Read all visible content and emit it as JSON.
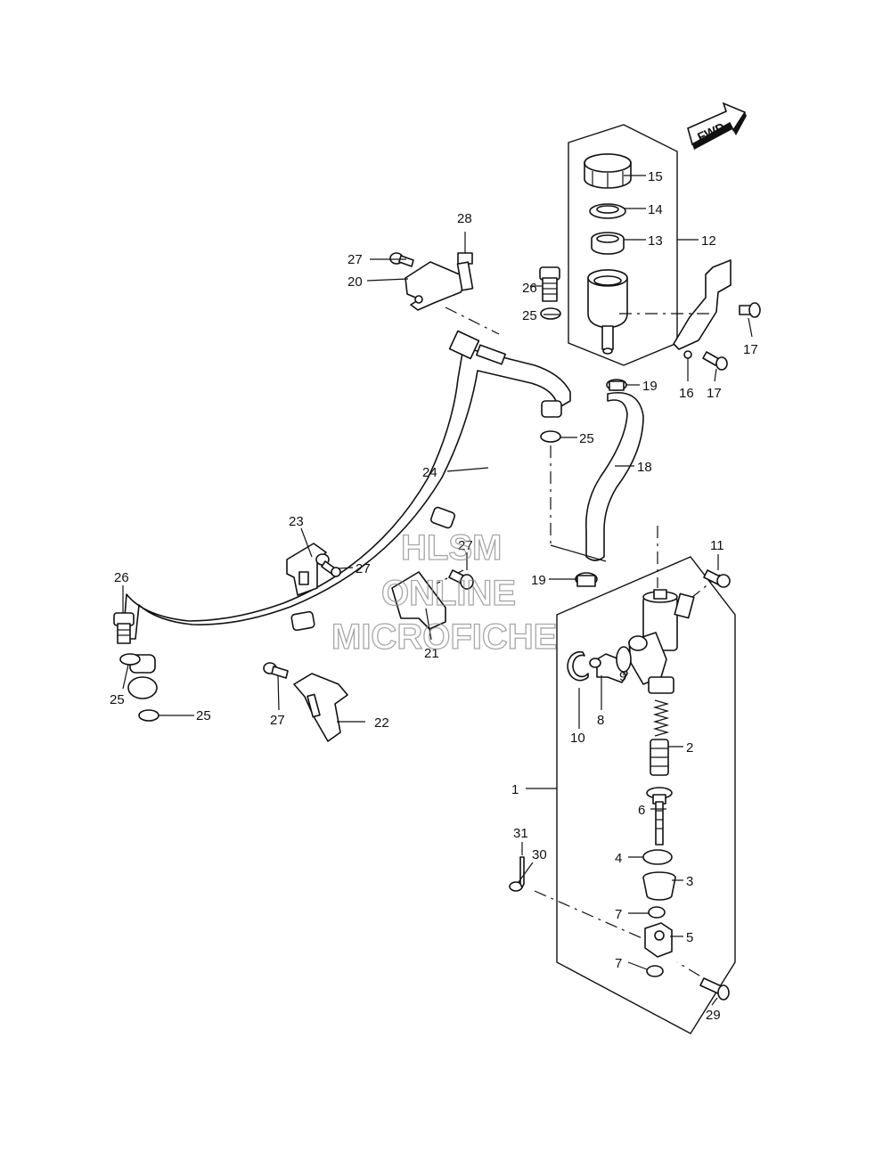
{
  "watermark": {
    "line1": "HLSM",
    "line2": "ONLINE",
    "line3": "MICROFICHE"
  },
  "fwd_label": "FWD",
  "callouts": {
    "c1": "1",
    "c2": "2",
    "c3": "3",
    "c4": "4",
    "c5": "5",
    "c6": "6",
    "c7a": "7",
    "c7b": "7",
    "c8": "8",
    "c9": "9",
    "c10": "10",
    "c11": "11",
    "c12": "12",
    "c13": "13",
    "c14": "14",
    "c15": "15",
    "c16": "16",
    "c17a": "17",
    "c17b": "17",
    "c18": "18",
    "c19a": "19",
    "c19b": "19",
    "c20": "20",
    "c21": "21",
    "c22": "22",
    "c23": "23",
    "c24": "24",
    "c25a": "25",
    "c25b": "25",
    "c25c": "25",
    "c25d": "25",
    "c26a": "26",
    "c26b": "26",
    "c27a": "27",
    "c27b": "27",
    "c27c": "27",
    "c27d": "27",
    "c28": "28",
    "c29": "29",
    "c30": "30",
    "c31": "31"
  }
}
